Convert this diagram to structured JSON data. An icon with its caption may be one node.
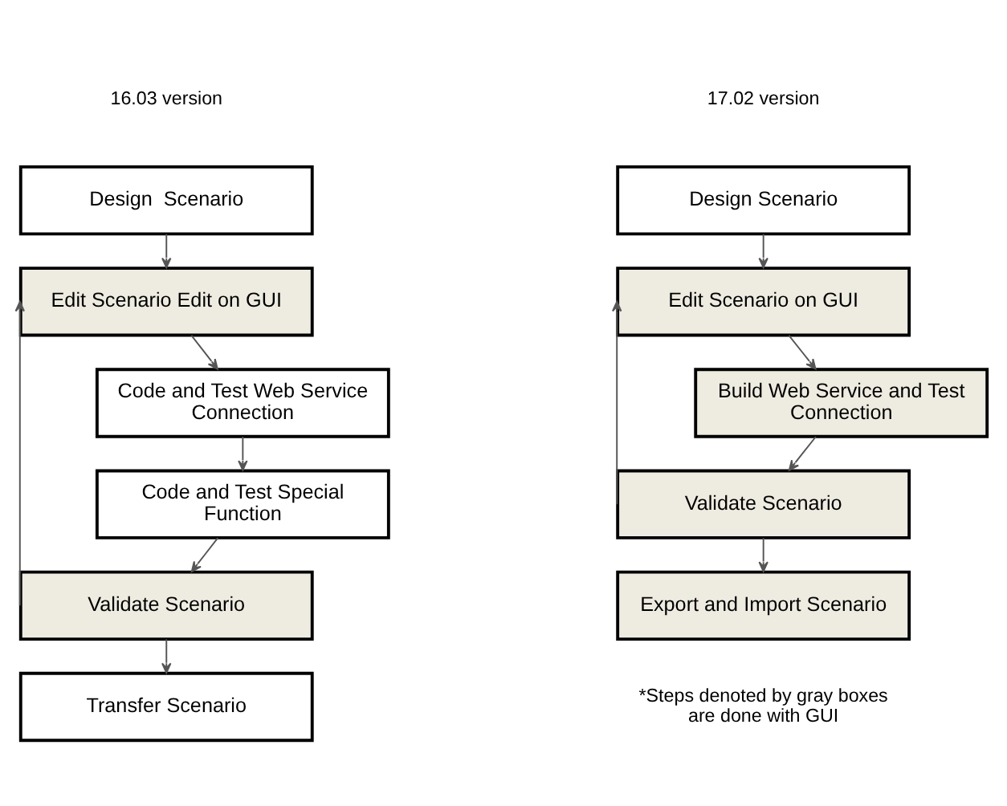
{
  "diagram": {
    "nodes": [
      {
        "text": [
          "Design  Scenario"
        ]
      },
      {
        "text": [
          "Edit Scenario Edit on GUI"
        ]
      },
      {
        "text": [
          "Code and Test Web Service Connection"
        ]
      },
      {
        "text": [
          "Code and Test Special Function"
        ]
      },
      {
        "text": [
          "Validate Scenario"
        ]
      },
      {
        "text": [
          "Transfer Scenario"
        ]
      },
      {
        "text": [
          "Design Scenario"
        ]
      },
      {
        "text": [
          "Edit Scenario on GUI"
        ]
      },
      {
        "text": [
          "Build Web Service and Test Connection"
        ]
      },
      {
        "text": [
          "Validate Scenario"
        ]
      },
      {
        "text": [
          "Export and Import Scenario"
        ]
      }
    ],
    "edges": [
      {
        "from": 0,
        "to": 1,
        "arrow": "to"
      },
      {
        "from": 1,
        "to": 2,
        "arrow": "to"
      },
      {
        "from": 2,
        "to": 3,
        "arrow": "to"
      },
      {
        "from": 3,
        "to": 4,
        "arrow": "to"
      },
      {
        "from": 4,
        "to": 1,
        "arrow": "to"
      },
      {
        "from": 4,
        "to": 5,
        "arrow": "to"
      },
      {
        "from": 6,
        "to": 7,
        "arrow": "to"
      },
      {
        "from": 7,
        "to": 8,
        "arrow": "to"
      },
      {
        "from": 8,
        "to": 9,
        "arrow": "to"
      },
      {
        "from": 9,
        "to": 7,
        "arrow": "to"
      },
      {
        "from": 9,
        "to": 10,
        "arrow": "to"
      }
    ],
    "labels": [
      "16.03 version",
      "17.02 version",
      "*Steps denoted by gray boxes are done with GUI"
    ]
  }
}
